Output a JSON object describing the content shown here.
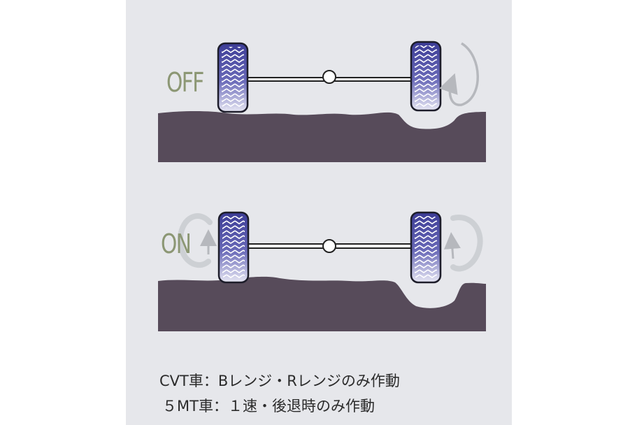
{
  "diagram": {
    "top": {
      "label": "OFF"
    },
    "bottom": {
      "label": "ON"
    },
    "captions": [
      "CVT車：Bレンジ・Rレンジのみ作動",
      "５MT車：１速・後退時のみ作動"
    ]
  },
  "colors": {
    "background": "#e6e7eb",
    "ground": "#574b5a",
    "tire_tread": "#4a4aa0",
    "label": "#8c9774",
    "arrow": "#b6b8bd"
  }
}
